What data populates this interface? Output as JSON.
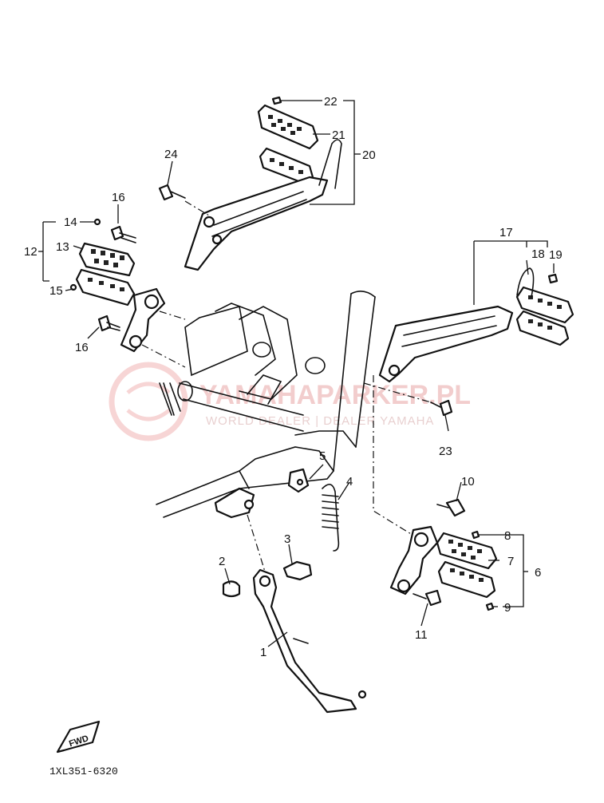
{
  "callouts": {
    "c1": "1",
    "c2": "2",
    "c3": "3",
    "c4": "4",
    "c5": "5",
    "c6": "6",
    "c7": "7",
    "c8": "8",
    "c9": "9",
    "c10": "10",
    "c11": "11",
    "c12": "12",
    "c13": "13",
    "c14": "14",
    "c15": "15",
    "c16a": "16",
    "c16b": "16",
    "c17": "17",
    "c18": "18",
    "c19": "19",
    "c20": "20",
    "c21": "21",
    "c22": "22",
    "c23": "23",
    "c24": "24"
  },
  "watermark": {
    "title": "YAMAHAPARKER.PL",
    "subtitle": "WORLD DEALER | DEALER YAMAHA"
  },
  "diagram_code": "1XL351-6320",
  "fwd_label": "FWD",
  "colors": {
    "line": "#111111",
    "watermark": "#e8a6a6"
  }
}
